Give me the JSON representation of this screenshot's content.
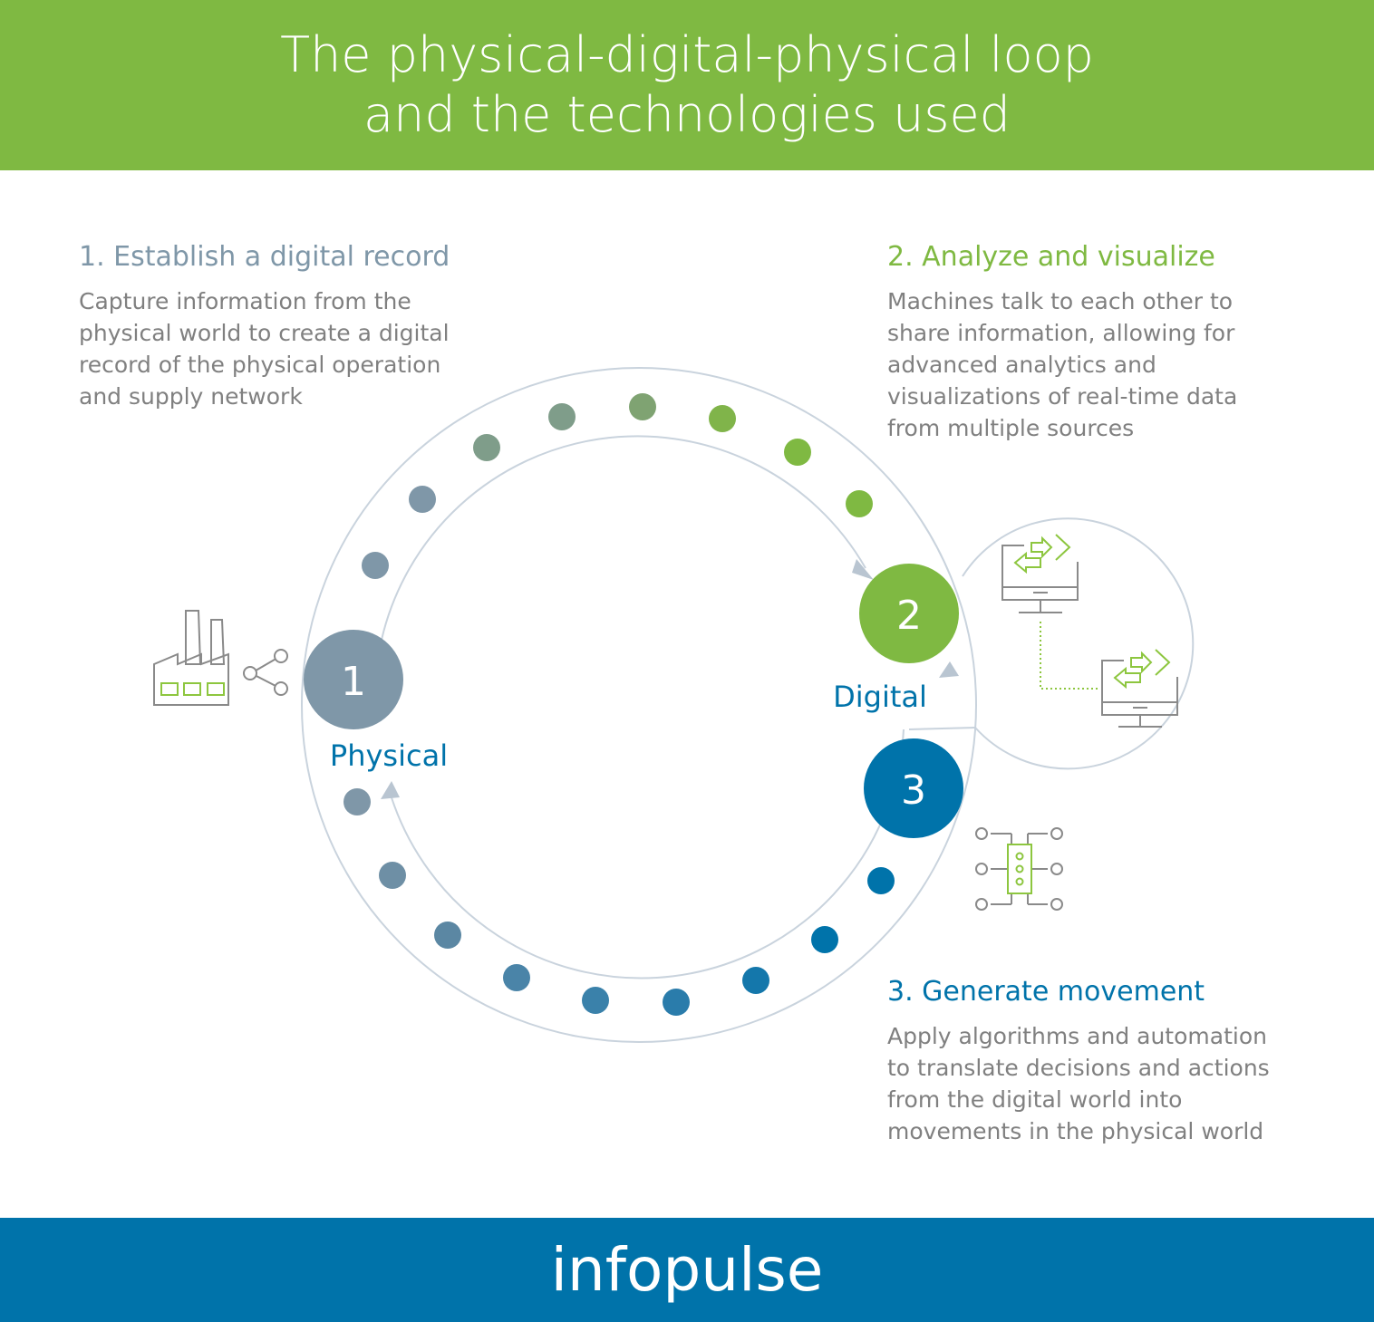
{
  "header": {
    "title_line1": "The physical-digital-physical loop",
    "title_line2": "and the technologies used"
  },
  "steps": [
    {
      "heading": "1. Establish a digital record",
      "description": [
        "Capture information from the",
        "physical world to create a digital",
        "record of the physical operation",
        "and supply network"
      ],
      "color": "#7f97a8"
    },
    {
      "heading": "2. Analyze and visualize",
      "description": [
        "Machines talk to each other to",
        "share information, allowing for",
        "advanced analytics and",
        "visualizations of real-time data",
        "from multiple sources"
      ],
      "color": "#7fb942"
    },
    {
      "heading": "3. Generate movement",
      "description": [
        "Apply algorithms and automation",
        "to translate decisions and actions",
        "from the digital world into",
        "movements in the physical world"
      ],
      "color": "#0073aa"
    }
  ],
  "nodes": {
    "physical": {
      "number": "1",
      "label": "Physical",
      "color": "#7f97a8"
    },
    "digital": {
      "number": "2",
      "label": "Digital",
      "color": "#7fb942"
    },
    "movement": {
      "number": "3",
      "color": "#0073aa"
    }
  },
  "label_color": "#0073aa",
  "ring_color": "#c9d3dd",
  "icons": [
    "factory-icon",
    "share-icon",
    "monitor-exchange-icon",
    "monitor-exchange-icon",
    "flow-control-icon"
  ],
  "footer": {
    "logo": "infopulse"
  }
}
